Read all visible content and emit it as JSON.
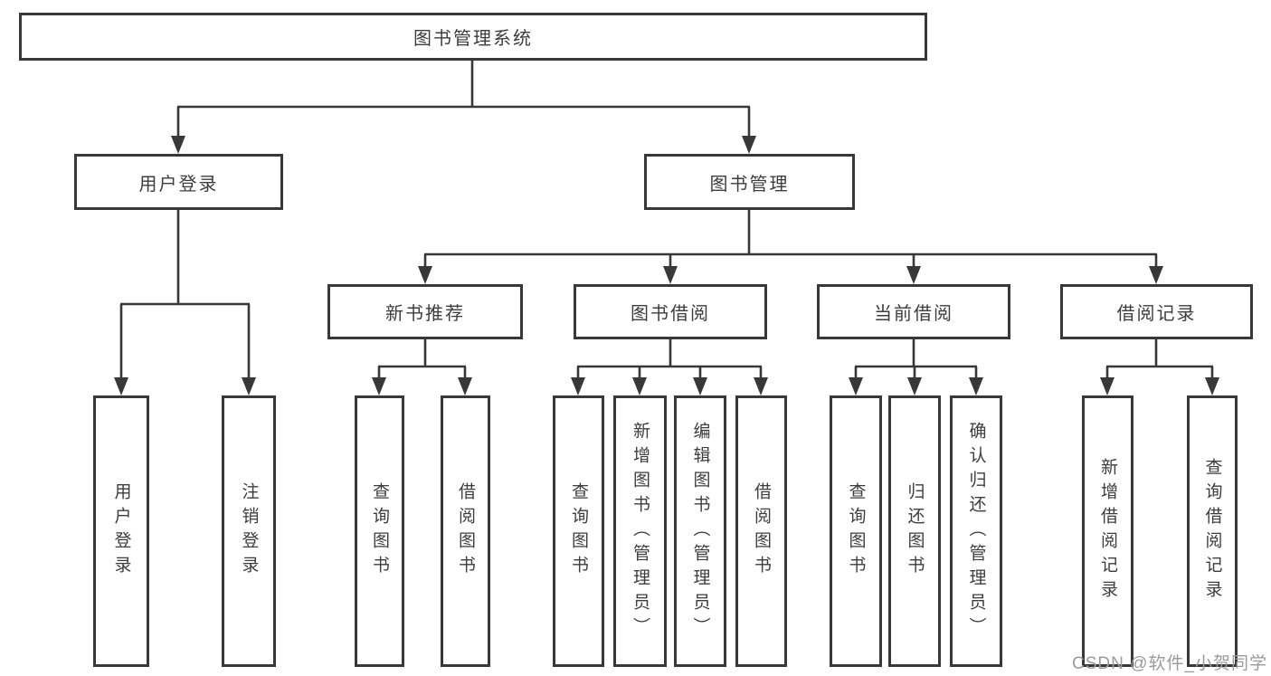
{
  "diagram_type": "hierarchy-tree",
  "colors": {
    "background": "#ffffff",
    "box_border": "#383838",
    "box_fill": "#ffffff",
    "text": "#3d3d3d",
    "connector": "#383838",
    "watermark": "#9b9b9b"
  },
  "tree": {
    "label": "图书管理系统",
    "children": [
      {
        "label": "用户登录",
        "children": [
          {
            "label": "用户登录"
          },
          {
            "label": "注销登录"
          }
        ]
      },
      {
        "label": "图书管理",
        "children": [
          {
            "label": "新书推荐",
            "children": [
              {
                "label": "查询图书"
              },
              {
                "label": "借阅图书"
              }
            ]
          },
          {
            "label": "图书借阅",
            "children": [
              {
                "label": "查询图书"
              },
              {
                "label": "新增图书（管理员）"
              },
              {
                "label": "编辑图书（管理员）"
              },
              {
                "label": "借阅图书"
              }
            ]
          },
          {
            "label": "当前借阅",
            "children": [
              {
                "label": "查询图书"
              },
              {
                "label": "归还图书"
              },
              {
                "label": "确认归还（管理员）"
              }
            ]
          },
          {
            "label": "借阅记录",
            "children": [
              {
                "label": "新增借阅记录"
              },
              {
                "label": "查询借阅记录"
              }
            ]
          }
        ]
      }
    ]
  },
  "watermark": {
    "text": "CSDN @软件_小贺同学"
  }
}
